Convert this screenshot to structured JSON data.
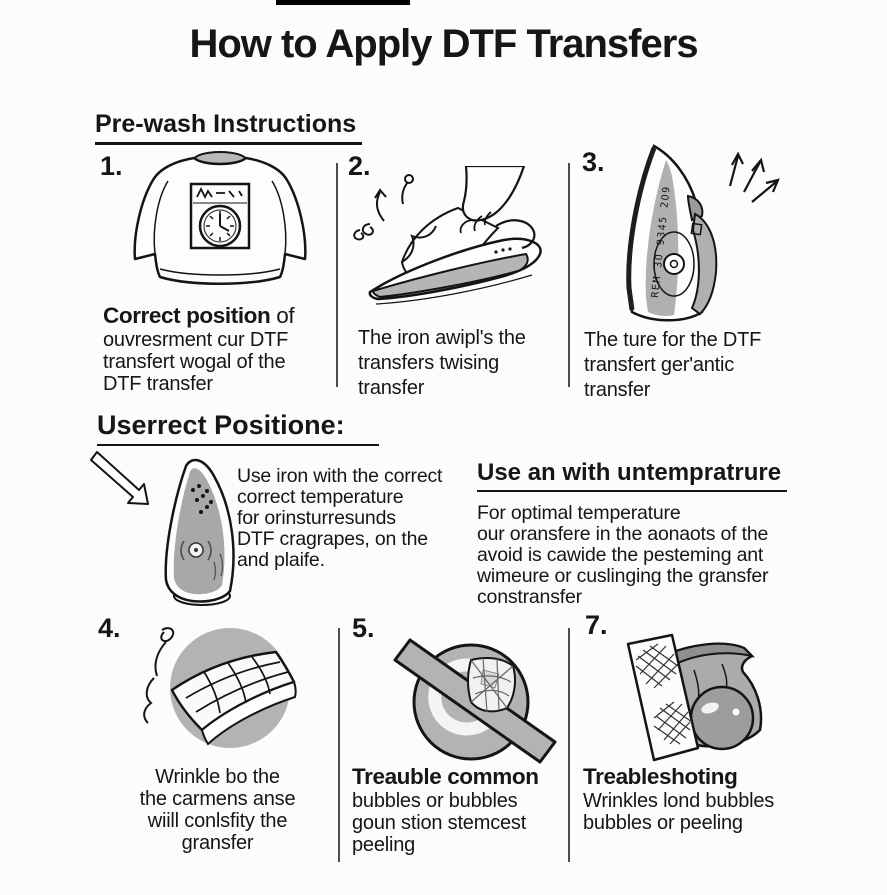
{
  "title": "How to Apply DTF Transfers",
  "prewash": {
    "heading": "Pre-wash Instructions",
    "steps": [
      {
        "number": "1.",
        "lead_bold": "Correct position",
        "lead_rest": " of",
        "lines": [
          "ouvresrment cur DTF",
          "transfert wogal of the",
          "DTF transfer"
        ]
      },
      {
        "number": "2.",
        "lines": [
          "The iron awipl's the",
          "transfers twising",
          "transfer"
        ]
      },
      {
        "number": "3.",
        "iron_label": "REM 3O 9345 2O9",
        "lines": [
          "The ture for the DTF",
          "transfert ger'antic",
          "transfer"
        ]
      }
    ]
  },
  "position_section": {
    "heading": "Userrect Positione:",
    "left_lines": [
      "Use iron with the correct",
      "correct temperature",
      "for orinsturresunds",
      "DTF cragrapes, on the",
      "and plaife."
    ],
    "right_heading": "Use an with untempratrure",
    "right_lines": [
      "For optimal temperature",
      "our oransfere in the aonaots of the",
      "avoid is cawide the pesteming ant",
      "wimeure or cuslinging the gransfer",
      "constransfer"
    ]
  },
  "troubleshoot": {
    "steps": [
      {
        "number": "4.",
        "lines": [
          "Wrinkle bo the",
          "the carmens anse",
          "wiill conlsfity the",
          "gransfer"
        ]
      },
      {
        "number": "5.",
        "lead_bold": "Treauble common",
        "lines": [
          "bubbles or bubbles",
          "goun stion stemcest",
          "peeling"
        ]
      },
      {
        "number": "7.",
        "lead_bold": "Treableshoting",
        "lines": [
          "Wrinkles lond bubbles",
          "bubbles or peeling"
        ]
      }
    ]
  },
  "colors": {
    "background": "#fcfcfc",
    "text": "#161616",
    "gray_fill": "#b3b3b3",
    "divider": "#4d4d4d"
  }
}
